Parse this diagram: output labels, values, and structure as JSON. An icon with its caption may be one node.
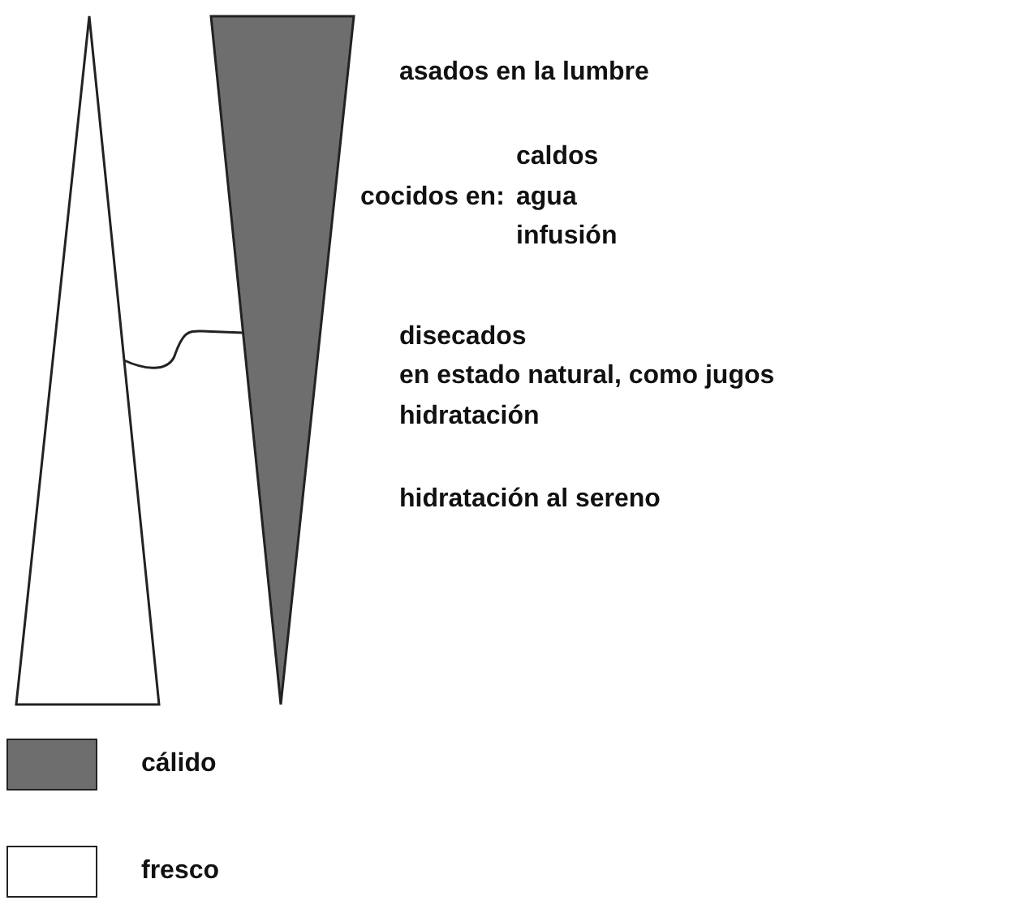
{
  "diagram": {
    "nodes": [
      {
        "text": [],
        "shape": "triangle"
      },
      {
        "text": [],
        "shape": "triangle"
      }
    ],
    "edges": [
      {
        "from": 0,
        "to": 1,
        "arrow": "none"
      }
    ],
    "labels": [
      "asados en la lumbre",
      "caldos",
      "cocidos en:",
      "agua",
      "infusión",
      "disecados",
      "en estado natural, como jugos",
      "hidratación",
      "hidratación al sereno"
    ],
    "legend": [
      {
        "text": "cálido",
        "color": "#6e6e6e"
      },
      {
        "text": "fresco",
        "color": "#ffffff"
      }
    ]
  }
}
